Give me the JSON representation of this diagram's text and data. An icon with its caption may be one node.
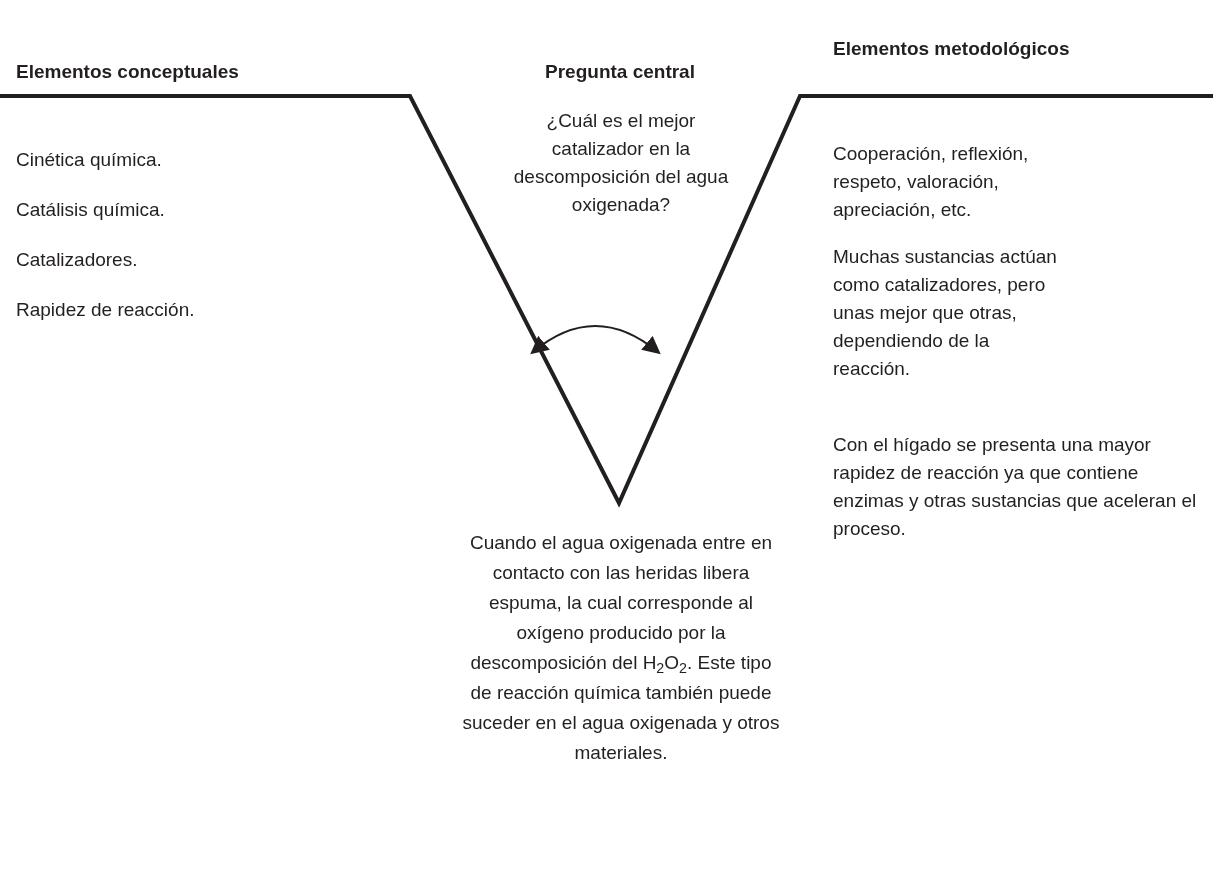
{
  "diagram": {
    "labels": [
      "Elementos conceptuales",
      "Pregunta central",
      "Elementos metodológicos",
      "¿Cuál es el mejor catalizador en la descomposición del agua oxigenada?",
      "Cinética química.",
      "Catálisis química.",
      "Catalizadores.",
      "Rapidez de reacción.",
      "Cooperación, reflexión, respeto, valoración, apreciación, etc.",
      "Muchas sustancias actúan como catalizadores, pero unas mejor que otras, dependiendo de la reacción.",
      "Con el hígado se presenta una mayor rapidez de reacción ya que contiene enzimas y otras sustancias que aceleran el proceso.",
      "Cuando el agua oxigenada entre en contacto con las heridas libera espuma, la cual corresponde al oxígeno producido por la descomposición del H$_{2}$O$_{2}$. Este tipo de reacción química también puede suceder en el agua oxigenada y otros materiales."
    ]
  }
}
